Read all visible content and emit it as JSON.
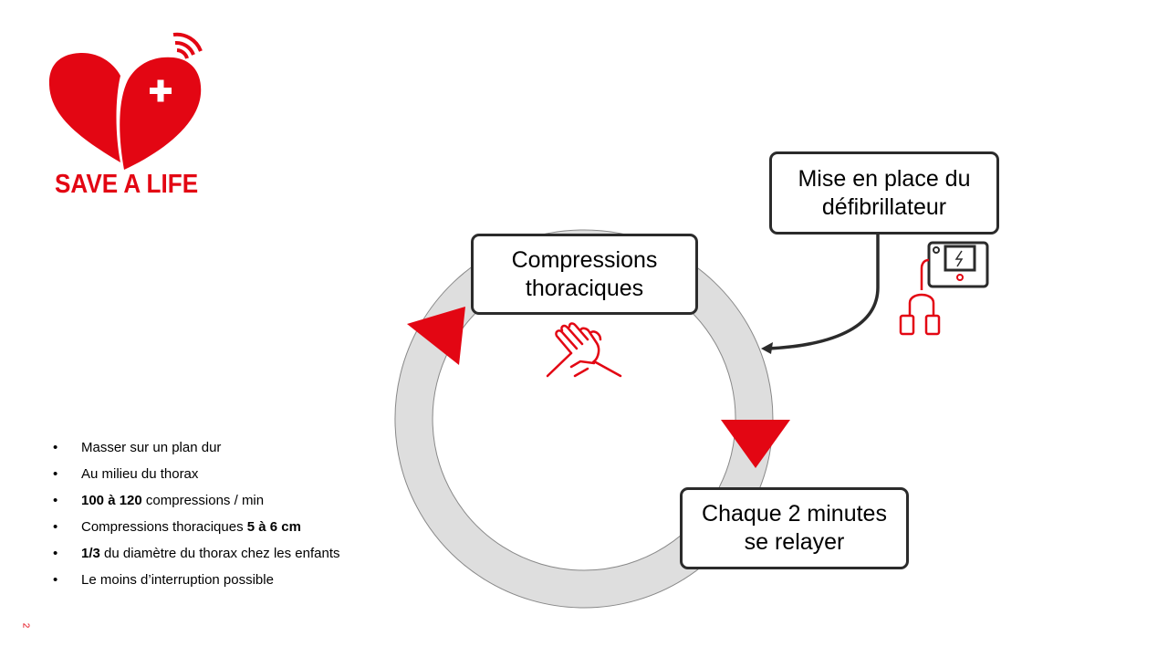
{
  "logo": {
    "text": "SAVE A LIFE"
  },
  "steps": {
    "compressions": "Compressions thoraciques",
    "defibrillator": "Mise en place du défibrillateur",
    "relay": "Chaque 2 minutes se relayer"
  },
  "bullets": [
    {
      "bold_pre": "",
      "text": "Masser sur un plan dur",
      "bold_post": ""
    },
    {
      "bold_pre": "",
      "text": "Au milieu du thorax",
      "bold_post": ""
    },
    {
      "bold_pre": "100 à 120",
      "text": " compressions / min",
      "bold_post": ""
    },
    {
      "bold_pre": "",
      "text": "Compressions thoraciques ",
      "bold_post": "5 à 6 cm"
    },
    {
      "bold_pre": "1/3",
      "text": " du diamètre du thorax chez les enfants",
      "bold_post": ""
    },
    {
      "bold_pre": "",
      "text": "Le moins d’interruption possible",
      "bold_post": ""
    }
  ],
  "bullet_symbol": "•",
  "page_number": "2",
  "colors": {
    "accent": "#e30613",
    "ring": "#dedede",
    "box_border": "#2b2b2b"
  }
}
